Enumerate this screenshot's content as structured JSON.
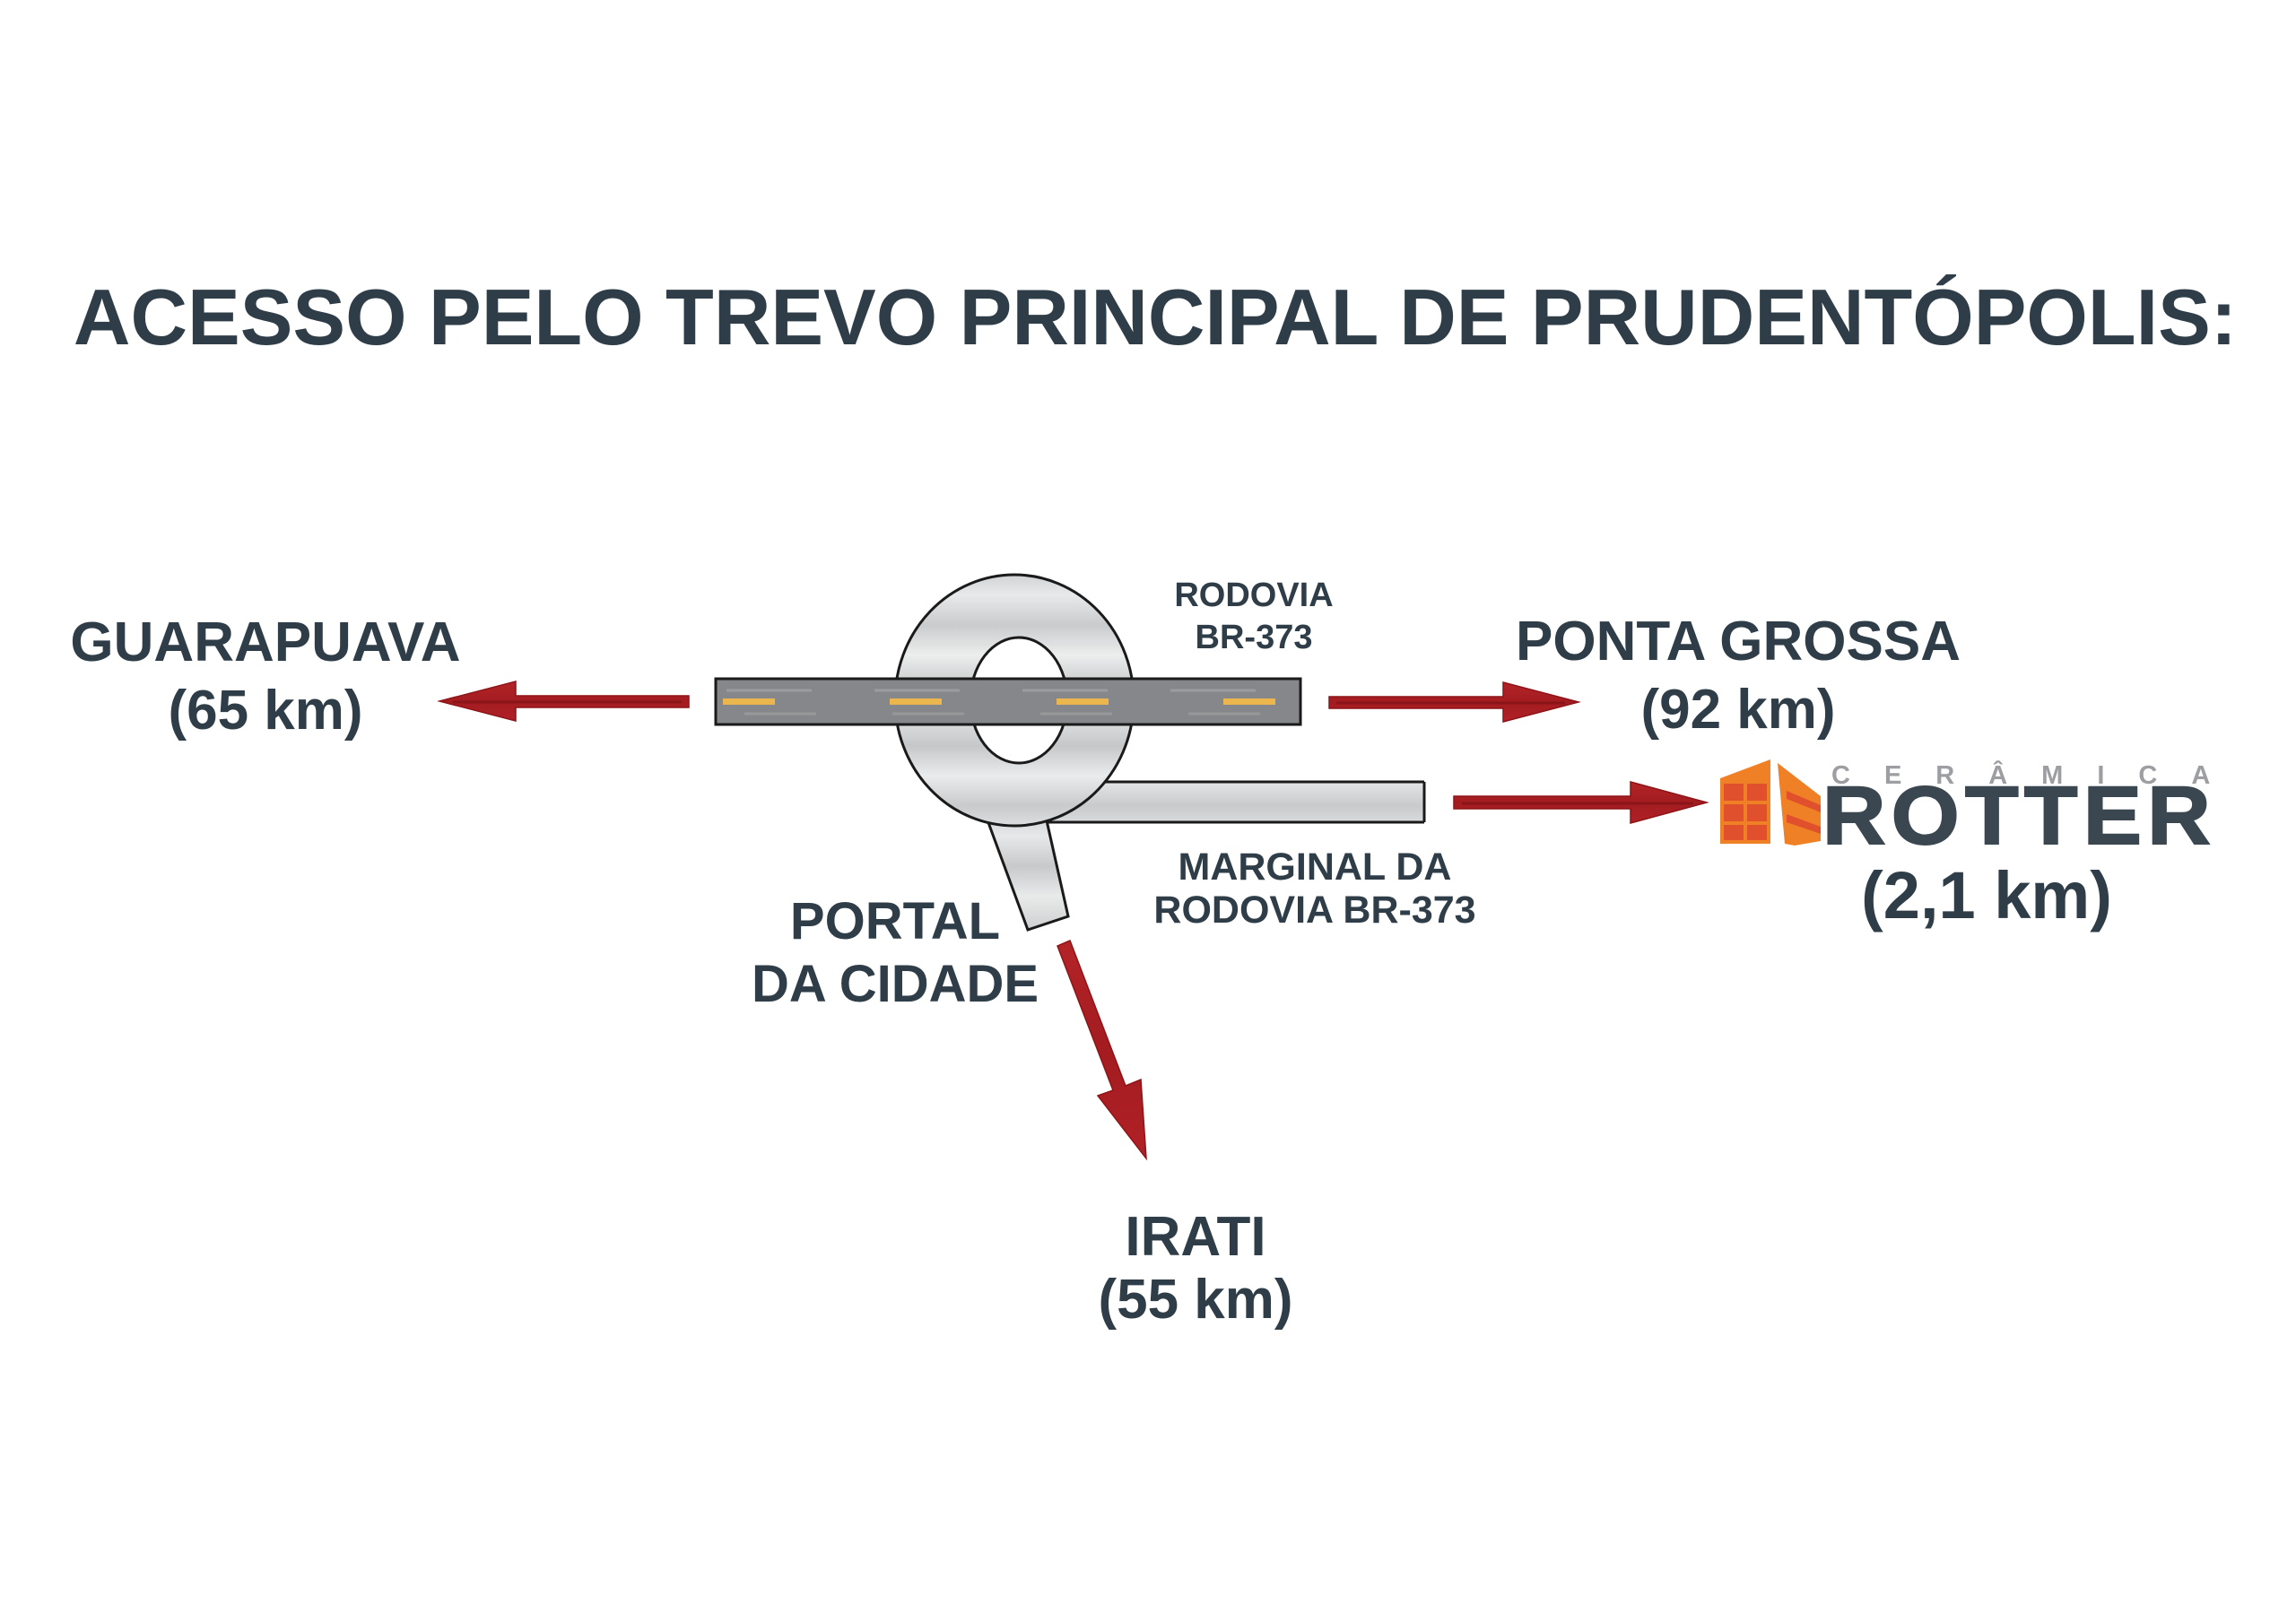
{
  "title": "ACESSO PELO TREVO PRINCIPAL DE PRUDENTÓPOLIS:",
  "destinations": {
    "guarapuava": {
      "name": "GUARAPUAVA",
      "distance": "(65 km)"
    },
    "ponta_grossa": {
      "name": "PONTA GROSSA",
      "distance": "(92 km)"
    },
    "irati": {
      "name": "IRATI",
      "distance": "(55 km)"
    },
    "rotter": {
      "brand_small": "CERÂMICA",
      "brand": "ROTTER",
      "distance": "(2,1 km)"
    }
  },
  "road_labels": {
    "rodovia_line1": "RODOVIA",
    "rodovia_line2": "BR-373",
    "marginal_line1": "MARGINAL DA",
    "marginal_line2": "RODOVIA BR-373",
    "portal_line1": "PORTAL",
    "portal_line2": "DA CIDADE"
  },
  "icons": {
    "rotter_building": "orange-ceramic-building-icon"
  },
  "colors": {
    "text_dark_slate": "#2e3d47",
    "brand_gray": "#9c9ea2",
    "brand_dark": "#3a4750",
    "arrow_red": "#ab2023",
    "arrow_red_dark": "#7d1216",
    "highway_gray": "#85878a",
    "center_line_yellow": "#ecb64f",
    "ramp_gray_light": "#e8e9ea",
    "ramp_gray_mid": "#c6c8ca",
    "outline_black": "#1a1a1a",
    "logo_orange": "#f08026",
    "logo_brick_orange": "#e1502d"
  }
}
